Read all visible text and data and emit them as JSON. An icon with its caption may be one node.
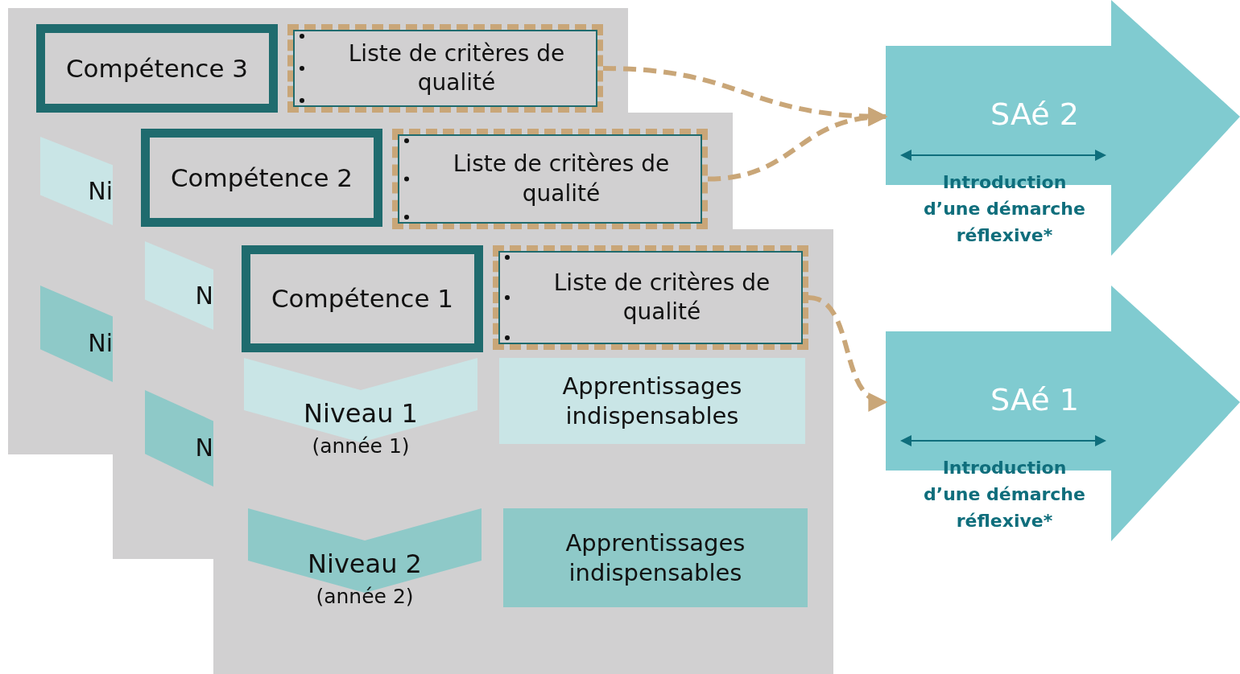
{
  "diagram": {
    "nodes": [
      {
        "text": [
          "Compétence 3"
        ]
      },
      {
        "text": [
          "Liste de critères de qualité"
        ]
      },
      {
        "text": [
          "Ni"
        ]
      },
      {
        "text": [
          "Ni"
        ]
      },
      {
        "text": [
          "Compétence 2"
        ]
      },
      {
        "text": [
          "Liste de critères de qualité"
        ]
      },
      {
        "text": [
          "N"
        ]
      },
      {
        "text": [
          "N"
        ]
      },
      {
        "text": [
          "Compétence 1"
        ]
      },
      {
        "text": [
          "Liste de critères de qualité"
        ]
      },
      {
        "text": [
          "Niveau 1",
          "(année 1)"
        ]
      },
      {
        "text": [
          "Apprentissages indispensables"
        ]
      },
      {
        "text": [
          "Niveau 2",
          "(année 2)"
        ]
      },
      {
        "text": [
          "Apprentissages indispensables"
        ]
      },
      {
        "text": [
          "SAé 2",
          "Introduction d’une démarche réflexive*"
        ]
      },
      {
        "text": [
          "SAé 1",
          "Introduction d’une démarche réflexive*"
        ]
      }
    ],
    "edges": [
      {
        "from": 1,
        "to": 14,
        "arrow": "to",
        "style": "dashed"
      },
      {
        "from": 5,
        "to": 14,
        "arrow": "to",
        "style": "dashed"
      },
      {
        "from": 9,
        "to": 15,
        "arrow": "to",
        "style": "dashed"
      }
    ]
  }
}
